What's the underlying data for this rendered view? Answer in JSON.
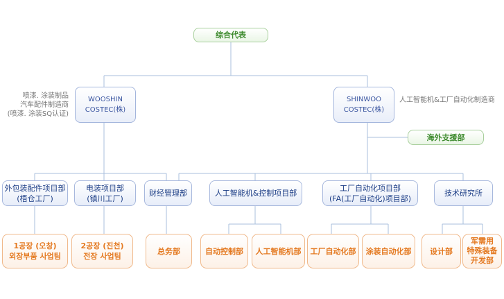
{
  "root": {
    "label": "综合代表"
  },
  "companies": {
    "wooshin": {
      "line1": "WOOSHIN",
      "line2": "COSTEC(株)",
      "notes": [
        "喷漆. 涂装制品",
        "汽车配件制造商",
        "(喷漆. 涂装SQ认证)"
      ]
    },
    "shinwoo": {
      "line1": "SHINWOO",
      "line2": "COSTEC(株)",
      "note": "人工智能机&工厂自动化制造商"
    }
  },
  "overseas": {
    "label": "海外支援部"
  },
  "departments": [
    {
      "line1": "外包装配件项目部",
      "line2": "(梧仓工厂)"
    },
    {
      "line1": "电装项目部",
      "line2": "(镇川工厂)"
    },
    {
      "line1": "财经管理部",
      "line2": ""
    },
    {
      "line1": "人工智能机&控制项目部",
      "line2": ""
    },
    {
      "line1": "工厂自动化项目部",
      "line2": "(FA(工厂自动化)项目部)"
    },
    {
      "line1": "技术研究所",
      "line2": ""
    }
  ],
  "teams": [
    {
      "lines": [
        "1공장 (오창)",
        "외장부품 사업팀"
      ]
    },
    {
      "lines": [
        "2공장 (진천)",
        "전장 사업팀"
      ]
    },
    {
      "lines": [
        "总务部"
      ]
    },
    {
      "lines": [
        "自动控制部"
      ]
    },
    {
      "lines": [
        "人工智能机部"
      ]
    },
    {
      "lines": [
        "工厂自动化部"
      ]
    },
    {
      "lines": [
        "涂装自动化部"
      ]
    },
    {
      "lines": [
        "设计部"
      ]
    },
    {
      "lines": [
        "军需用",
        "特殊装备",
        "开发部"
      ]
    }
  ],
  "colors": {
    "connector": "#a9bfdc",
    "root_accent": "#3e8b2e",
    "dept_text": "#1d3e86",
    "team_text": "#e47a22"
  }
}
